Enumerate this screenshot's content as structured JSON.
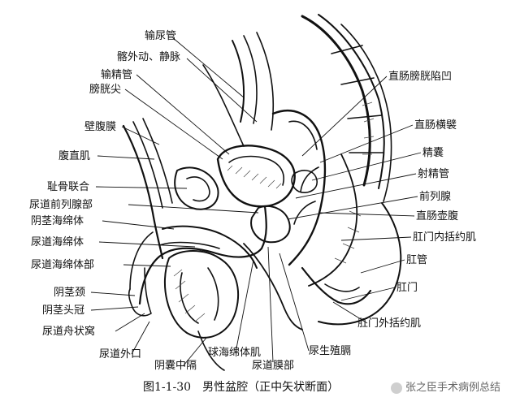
{
  "figure": {
    "caption": "图1-1-30　男性盆腔（正中矢状断面）",
    "watermark": "张之臣手术病例总结",
    "watermark_icon": "wechat-icon"
  },
  "labels": {
    "ureter": "输尿管",
    "iliac_vessels": "髂外动、静脉",
    "vas_deferens": "输精管",
    "bladder_apex": "膀胱尖",
    "parietal_peritoneum": "壁腹膜",
    "rectus_abdominis": "腹直肌",
    "pubic_symphysis": "耻骨联合",
    "prostatic_urethra": "尿道前列腺部",
    "corpus_cavernosum_penis": "阴茎海绵体",
    "corpus_spongiosum": "尿道海绵体",
    "spongy_urethra": "尿道海绵体部",
    "penile_neck": "阴茎颈",
    "corona_glandis": "阴茎头冠",
    "navicular_fossa": "尿道舟状窝",
    "external_urethral_orifice": "尿道外口",
    "scrotal_septum": "阴囊中隔",
    "bulbospongiosus": "球海绵体肌",
    "membranous_urethra": "尿道膜部",
    "urogenital_diaphragm": "尿生殖膈",
    "rectovesical_pouch": "直肠膀胱陷凹",
    "transverse_rectal_fold": "直肠横襞",
    "seminal_vesicle": "精囊",
    "ejaculatory_duct": "射精管",
    "prostate": "前列腺",
    "rectal_ampulla": "直肠壶腹",
    "internal_anal_sphincter": "肛门内括约肌",
    "anal_canal": "肛管",
    "anus": "肛门",
    "external_anal_sphincter": "肛门外括约肌"
  }
}
